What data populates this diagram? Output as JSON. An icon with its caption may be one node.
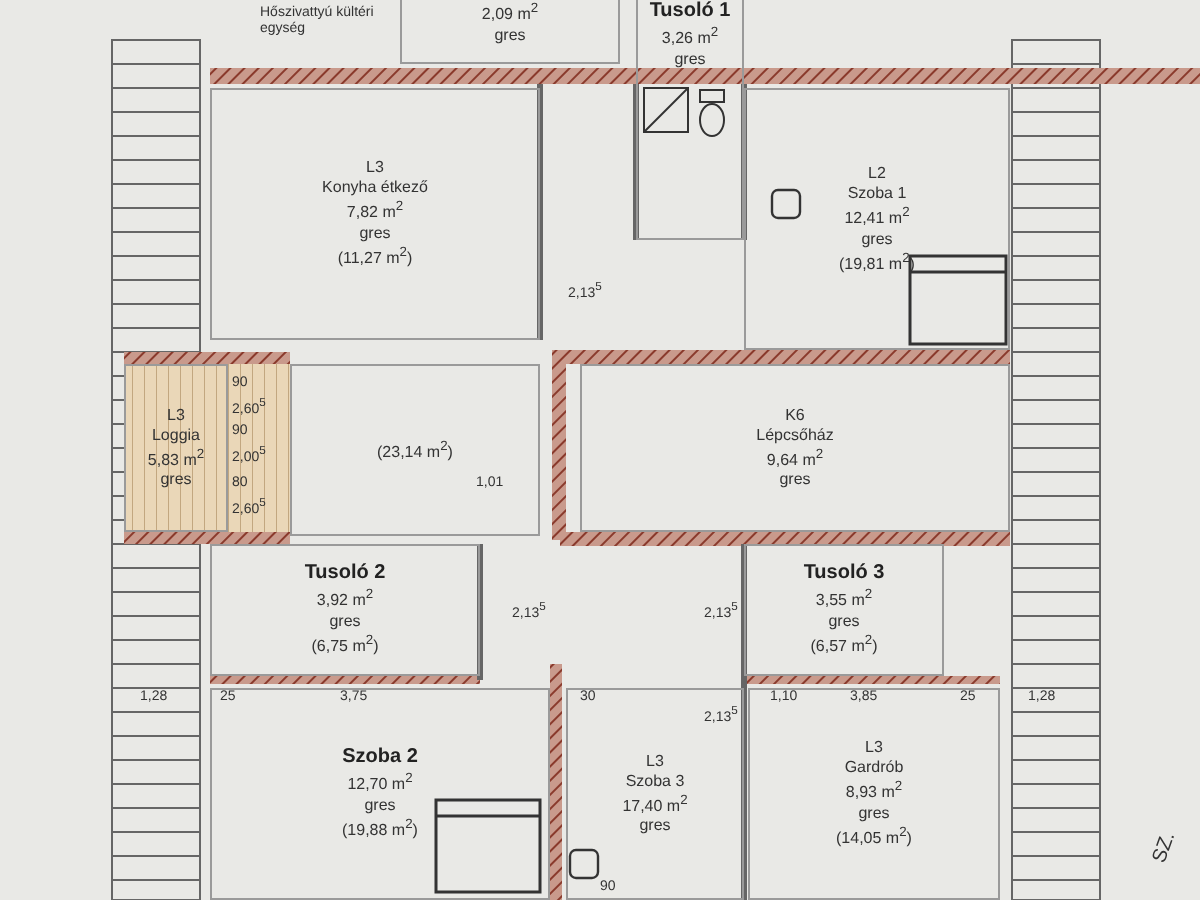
{
  "diagram": {
    "nodes": [
      {
        "text": [
          "2,09 m$^{2}$",
          "gres"
        ]
      },
      {
        "text": [
          "L3",
          "Konyha étkező",
          "7,82 m$^{2}$",
          "gres",
          "(11,27 m$^{2}$)"
        ]
      },
      {
        "text": [
          "Tusoló 1",
          "3,26 m$^{2}$",
          "gres"
        ]
      },
      {
        "text": [
          "L2",
          "Szoba 1",
          "12,41 m$^{2}$",
          "gres",
          "(19,81 m$^{2}$)"
        ]
      },
      {
        "text": [
          "L3",
          "Loggia",
          "5,83 m$^{2}$",
          "gres"
        ]
      },
      {
        "text": [
          "(23,14 m$^{2}$)"
        ]
      },
      {
        "text": [
          "K6",
          "Lépcsőház",
          "9,64 m$^{2}$",
          "gres"
        ]
      },
      {
        "text": [
          "Tusoló 2",
          "3,92 m$^{2}$",
          "gres",
          "(6,75 m$^{2}$)"
        ]
      },
      {
        "text": [
          "Tusoló 3",
          "3,55 m$^{2}$",
          "gres",
          "(6,57 m$^{2}$)"
        ]
      },
      {
        "text": [
          "Szoba 2",
          "12,70 m$^{2}$",
          "gres",
          "(19,88 m$^{2}$)"
        ]
      },
      {
        "text": [
          "L3",
          "Szoba 3",
          "17,40 m$^{2}$",
          "gres"
        ]
      },
      {
        "text": [
          "L3",
          "Gardrób",
          "8,93 m$^{2}$",
          "gres",
          "(14,05 m$^{2}$)"
        ]
      }
    ],
    "edges": [],
    "labels": [
      "Hőszivattyú kültéri egység",
      "90",
      "2,60$^{5}$",
      "90",
      "2,00$^{5}$",
      "80",
      "2,60$^{5}$",
      "2,13$^{5}$",
      "1,01",
      "2,13$^{5}$",
      "1,28",
      "25",
      "3,75",
      "30",
      "1,10",
      "3,85",
      "25",
      "1,28",
      "2,13$^{5}$",
      "2,13$^{5}$",
      "90",
      "SZ."
    ]
  }
}
